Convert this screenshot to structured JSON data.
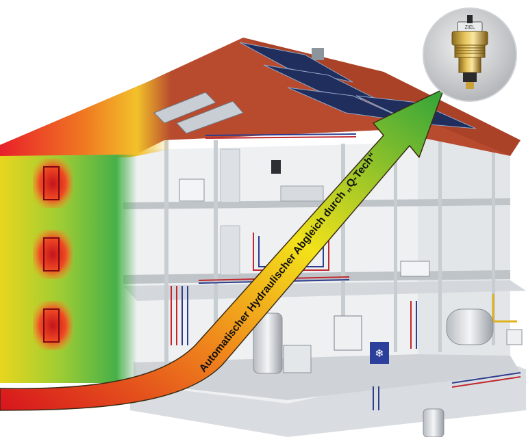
{
  "caption": "Automatischer Hydraulischer Abgleich durch „Q-Tech“",
  "product": {
    "name": "Q-Tech valve insert",
    "engraving": "ZIEL"
  },
  "colors": {
    "roof": "#b84a2e",
    "solar": "#1f2e5c",
    "wall": "#e9ecef",
    "floor": "#c9ced3",
    "pipe_hot": "#c1272d",
    "pipe_cold": "#2f3d8f",
    "arrow_start": "#d7141d",
    "arrow_mid": "#f3e21a",
    "arrow_end": "#2fa33a",
    "thermal_hot": "#e8202a",
    "thermal_mid": "#f1a21f",
    "thermal_cool": "#46b048"
  }
}
